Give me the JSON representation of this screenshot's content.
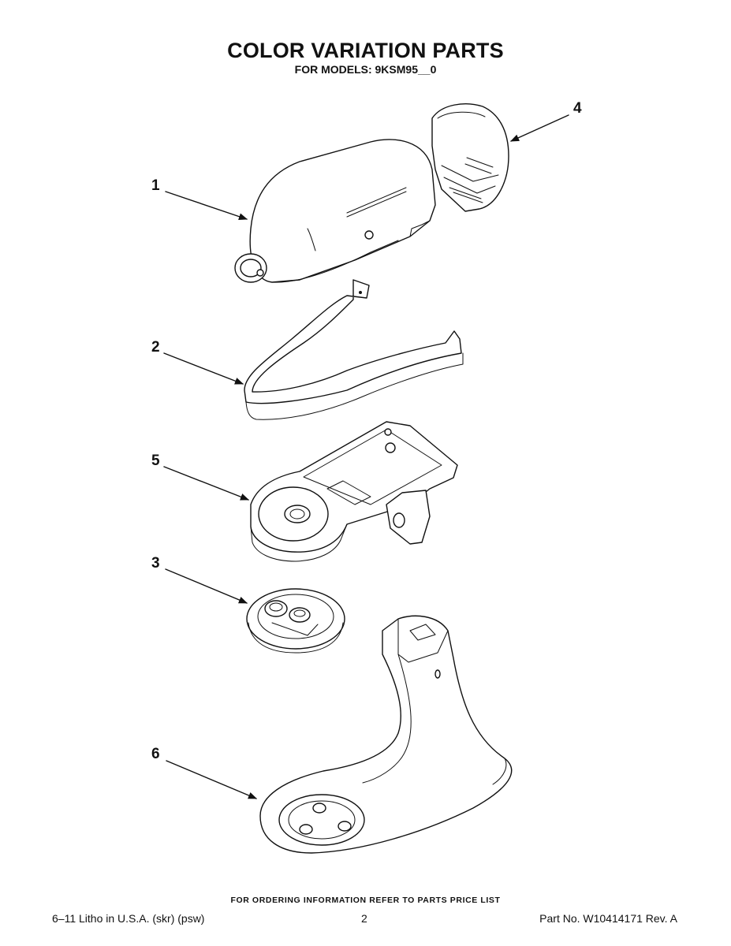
{
  "header": {
    "title": "COLOR VARIATION PARTS",
    "subtitle": "FOR MODELS: 9KSM95__0"
  },
  "diagram": {
    "parts": [
      {
        "number": "1",
        "description_icon": "motor-housing-icon"
      },
      {
        "number": "2",
        "description_icon": "trim-band-icon"
      },
      {
        "number": "3",
        "description_icon": "planetary-ring-icon"
      },
      {
        "number": "4",
        "description_icon": "rear-cover-icon"
      },
      {
        "number": "5",
        "description_icon": "gear-case-icon"
      },
      {
        "number": "6",
        "description_icon": "pedestal-base-icon"
      }
    ]
  },
  "footer": {
    "ordering_note": "FOR ORDERING INFORMATION REFER TO PARTS PRICE LIST",
    "litho": "6–11 Litho in U.S.A. (skr) (psw)",
    "page_number": "2",
    "part_no": "Part No. W10414171 Rev. A"
  }
}
